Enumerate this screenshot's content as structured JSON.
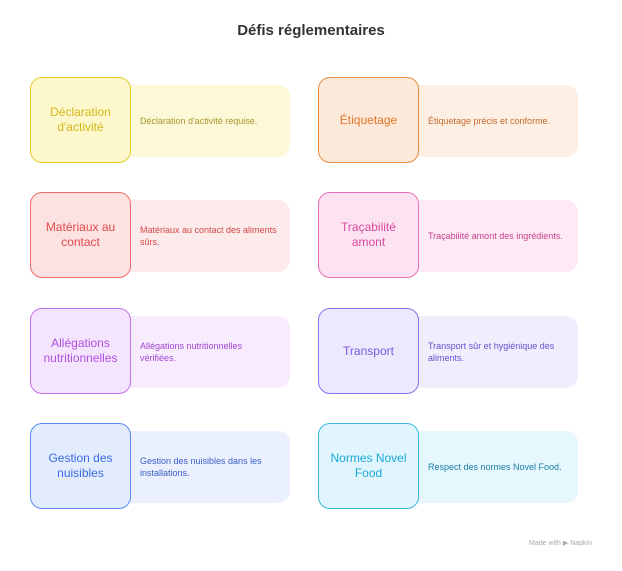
{
  "title": "Défis réglementaires",
  "items": [
    {
      "label": "Déclaration d'activité",
      "desc": "Déclaration d'activité requise.",
      "border": "#e5cc2a",
      "fill": "#fdf7cc",
      "text": "#d4b71a",
      "card": "#fdf9d8",
      "desc_color": "#a8962a"
    },
    {
      "label": "Étiquetage",
      "desc": "Étiquetage précis et conforme.",
      "border": "#e88a3c",
      "fill": "#fde9d9",
      "text": "#e0752a",
      "card": "#fdefe3",
      "desc_color": "#c86a2a"
    },
    {
      "label": "Matériaux au contact",
      "desc": "Matériaux au contact des aliments sûrs.",
      "border": "#ee6a6a",
      "fill": "#fde2e2",
      "text": "#e24a4a",
      "card": "#fdeaea",
      "desc_color": "#d24848"
    },
    {
      "label": "Traçabilité amont",
      "desc": "Traçabilité amont des ingrédients.",
      "border": "#e870b8",
      "fill": "#fde3f1",
      "text": "#d84aa0",
      "card": "#fdeaf5",
      "desc_color": "#c84090"
    },
    {
      "label": "Allégations nutritionnelles",
      "desc": "Allégations nutritionnelles vérifiées.",
      "border": "#c070e8",
      "fill": "#f5e4fd",
      "text": "#b050e0",
      "card": "#f7ebfd",
      "desc_color": "#a048d0"
    },
    {
      "label": "Transport",
      "desc": "Transport sûr et hygiénique des aliments.",
      "border": "#8c70ee",
      "fill": "#ece8fd",
      "text": "#7a5ae0",
      "card": "#f0edfd",
      "desc_color": "#6a50d0"
    },
    {
      "label": "Gestion des nuisibles",
      "desc": "Gestion des nuisibles dans les installations.",
      "border": "#5a8aee",
      "fill": "#e3ecfd",
      "text": "#3a6ae0",
      "card": "#eaf0fd",
      "desc_color": "#3a5ec8"
    },
    {
      "label": "Normes Novel Food",
      "desc": "Respect des normes Novel Food.",
      "border": "#38b8e0",
      "fill": "#e0f5fd",
      "text": "#1aa8d8",
      "card": "#e6f7fd",
      "desc_color": "#1a7ea8"
    }
  ],
  "footer": "Made with ▶ Napkin"
}
